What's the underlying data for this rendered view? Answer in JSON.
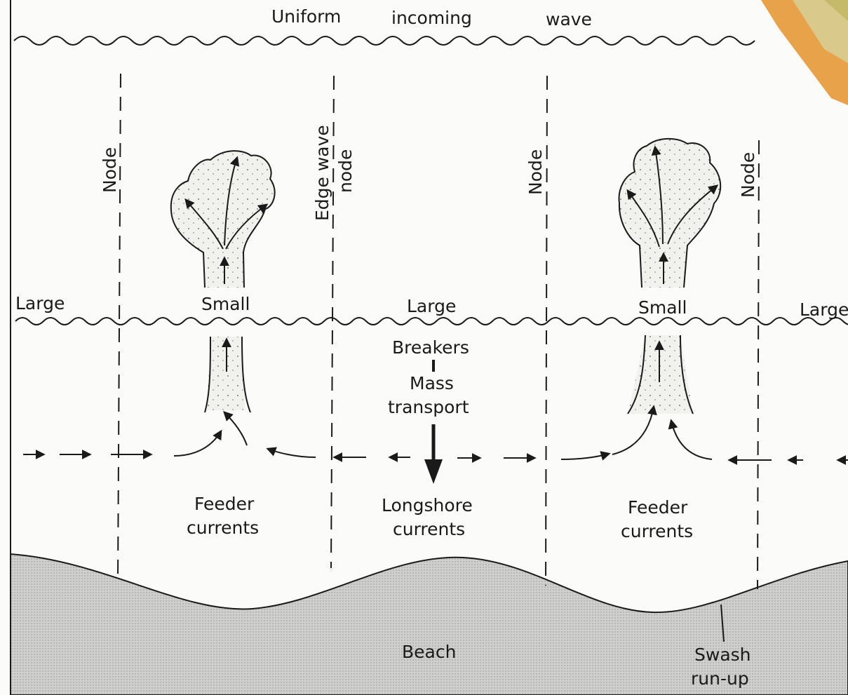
{
  "title": {
    "word1": "Uniform",
    "word2": "incoming",
    "word3": "wave"
  },
  "nodes": {
    "node1": "Node",
    "edge_wave_line1": "Edge wave",
    "edge_wave_line2": "node",
    "node3": "Node",
    "node4": "Node"
  },
  "breaker_heights": {
    "left_large": "Large",
    "small_1": "Small",
    "center_large": "Large",
    "small_2": "Small",
    "right_large": "Large"
  },
  "center_column": {
    "breakers": "Breakers",
    "mass": "Mass",
    "transport": "transport"
  },
  "currents": {
    "feeder_1_line1": "Feeder",
    "feeder_1_line2": "currents",
    "longshore_line1": "Longshore",
    "longshore_line2": "currents",
    "feeder_2_line1": "Feeder",
    "feeder_2_line2": "currents"
  },
  "beach": {
    "label": "Beach",
    "swash_line1": "Swash",
    "swash_line2": "run-up"
  },
  "colors": {
    "ink": "#1a1a1a",
    "beach_fill": "#c9c9c7",
    "rip_fill": "#efefec",
    "book_corner": "#e8a24a"
  }
}
